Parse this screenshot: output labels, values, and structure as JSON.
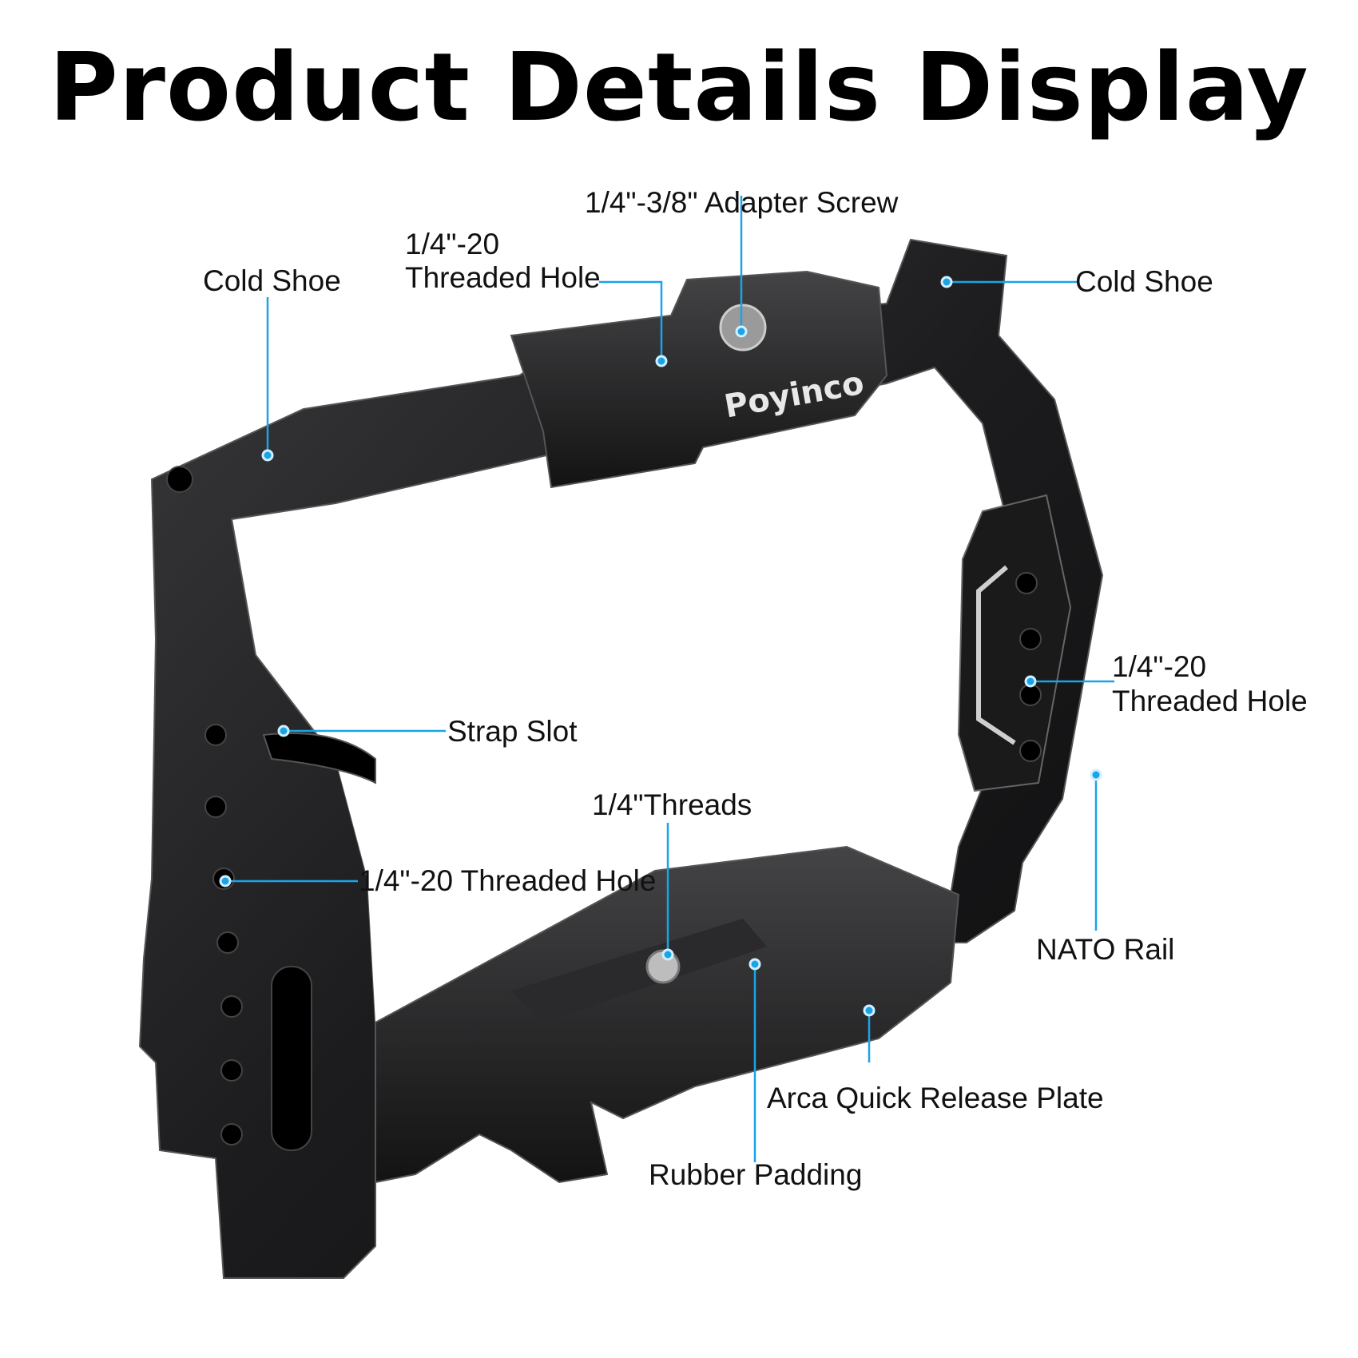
{
  "title": "Product Details Display",
  "brand": "Poyinco",
  "accent_color": "#1aa3e8",
  "callouts": {
    "cold_shoe_left": "Cold Shoe",
    "threaded_hole_top_line1": "1/4\"-20",
    "threaded_hole_top_line2": "Threaded Hole",
    "adapter_screw": "1/4\"-3/8\" Adapter Screw",
    "cold_shoe_right": "Cold Shoe",
    "strap_slot": "Strap Slot",
    "threaded_hole_right_line1": "1/4\"-20",
    "threaded_hole_right_line2": "Threaded Hole",
    "quarter_threads": "1/4\"Threads",
    "threaded_hole_left": "1/4\"-20 Threaded Hole",
    "nato_rail": "NATO Rail",
    "arca_plate": "Arca Quick Release Plate",
    "rubber_padding": "Rubber Padding"
  }
}
